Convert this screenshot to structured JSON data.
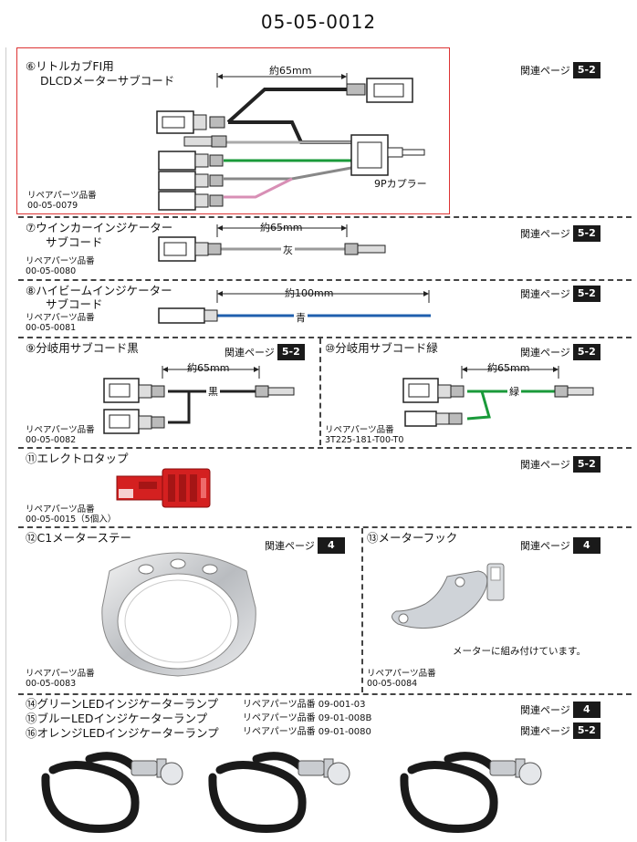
{
  "doc_id": "05-05-0012",
  "related_label": "関連ページ",
  "repair_label": "リペアパーツ品番",
  "sections": {
    "s6": {
      "title_line1": "⑥リトルカブFI用",
      "title_line2": "DLCDメーターサブコード",
      "part_no": "00-05-0079",
      "badge": "5-2",
      "dimension": "約65mm",
      "connector": "9Pカプラー"
    },
    "s7": {
      "title_line1": "⑦ウインカーインジケーター",
      "title_line2": "サブコード",
      "part_no": "00-05-0080",
      "badge": "5-2",
      "dimension": "約65mm",
      "wire_label": "灰"
    },
    "s8": {
      "title_line1": "⑧ハイビームインジケーター",
      "title_line2": "サブコード",
      "part_no": "00-05-0081",
      "badge": "5-2",
      "dimension": "約100mm",
      "wire_label": "青"
    },
    "s9": {
      "title": "⑨分岐用サブコード黒",
      "part_no": "00-05-0082",
      "badge": "5-2",
      "dimension": "約65mm",
      "wire_label": "黒"
    },
    "s10": {
      "title": "⑩分岐用サブコード緑",
      "part_no": "3T225-181-T00-T0",
      "badge": "5-2",
      "dimension": "約65mm",
      "wire_label": "緑"
    },
    "s11": {
      "title": "⑪エレクトロタップ",
      "part_no": "00-05-0015（5個入）",
      "badge": "5-2"
    },
    "s12": {
      "title": "⑫C1メーターステー",
      "part_no": "00-05-0083",
      "badge": "4"
    },
    "s13": {
      "title": "⑬メーターフック",
      "part_no": "00-05-0084",
      "badge": "4",
      "note": "メーターに組み付けています。"
    },
    "s14": {
      "title14": "⑭グリーンLEDインジケーターランプ",
      "title15": "⑮ブルーLEDインジケーターランプ",
      "title16": "⑯オレンジLEDインジケーターランプ",
      "pn14": "リペアパーツ品番 09-001-03",
      "pn15": "リペアパーツ品番 09-01-008B",
      "pn16": "リペアパーツ品番 09-01-0080",
      "badge_a": "4",
      "badge_b": "5-2"
    }
  },
  "colors": {
    "frame": "#d33333",
    "blue_wire": "#1f5fae",
    "green_wire": "#1a9a3a",
    "pink_wire": "#d88fb5",
    "gray_wire": "#9a9a9a",
    "red_tap": "#d42020"
  }
}
